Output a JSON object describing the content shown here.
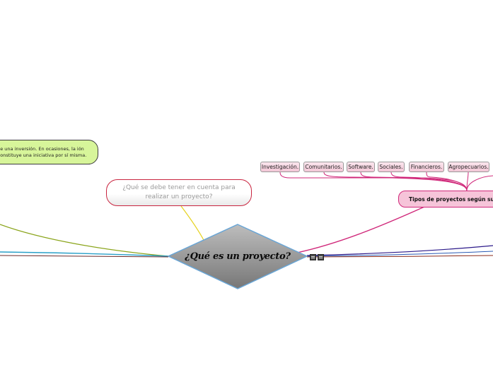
{
  "central_topic": {
    "label": "¿Qué es un proyecto?",
    "colors": {
      "fill_top": "#b9b9b9",
      "fill_bottom": "#7c7c7c",
      "border": "#6aa6d6"
    }
  },
  "question_node": {
    "label": "¿Qué se debe tener en cuenta para realizar un proyecto?",
    "color": "#c9243f"
  },
  "investment_node": {
    "text": "e una inversión. En ocasiones, la ión constituye una iniciativa por sí misma.",
    "color": "#d7f59a"
  },
  "types_node": {
    "label": "Tipos de proyectos según su",
    "color": "#d0287a"
  },
  "project_types": [
    {
      "label": "Investigación."
    },
    {
      "label": "Comunitarios."
    },
    {
      "label": "Software."
    },
    {
      "label": "Sociales."
    },
    {
      "label": "Financieros."
    },
    {
      "label": "Agropecuarios."
    }
  ],
  "icons": [
    "notes-icon",
    "attachment-icon"
  ],
  "branch_colors": {
    "olive": "#8aa41a",
    "teal": "#2aa0c8",
    "yellow": "#e6d21e",
    "magenta": "#d0287a",
    "indigo": "#2c1a8a",
    "brown": "#8a2a1a",
    "blue": "#2a5ab4"
  }
}
